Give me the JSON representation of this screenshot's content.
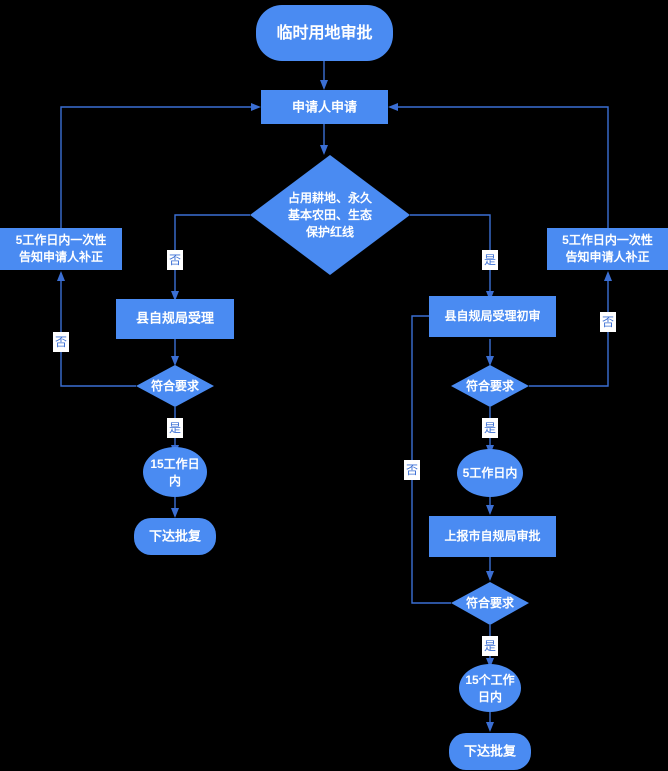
{
  "diagram": {
    "title": "临时用地审批",
    "background_color": "#000000",
    "node_fill": "#4a8bf2",
    "node_text_color": "#ffffff",
    "edge_color": "#3b6fd4",
    "edge_label_bg": "#ffffff"
  },
  "nodes": {
    "title": {
      "label": "临时用地审批",
      "shape": "rounded-rect"
    },
    "apply": {
      "label": "申请人申请",
      "shape": "rect"
    },
    "decision_main": {
      "line1": "占用耕地、永久",
      "line2": "基本农田、生态",
      "line3": "保护红线",
      "shape": "diamond"
    },
    "left_notify": {
      "line1": "5工作日内一次性",
      "line2": "告知申请人补正",
      "shape": "rect"
    },
    "right_notify": {
      "line1": "5工作日内一次性",
      "line2": "告知申请人补正",
      "shape": "rect"
    },
    "left_accept": {
      "label": "县自规局受理",
      "shape": "rect"
    },
    "left_check": {
      "label": "符合要求",
      "shape": "diamond"
    },
    "left_days": {
      "line1": "15工作日",
      "line2": "内",
      "shape": "ellipse"
    },
    "left_result": {
      "label": "下达批复",
      "shape": "rounded-rect"
    },
    "right_accept": {
      "label": "县自规局受理初审",
      "shape": "rect"
    },
    "right_check1": {
      "label": "符合要求",
      "shape": "diamond"
    },
    "right_days1": {
      "label": "5工作日内",
      "shape": "ellipse"
    },
    "right_report": {
      "label": "上报市自规局审批",
      "shape": "rect"
    },
    "right_check2": {
      "label": "符合要求",
      "shape": "diamond"
    },
    "right_days2": {
      "line1": "15个工作",
      "line2": "日内",
      "shape": "ellipse"
    },
    "right_result": {
      "label": "下达批复",
      "shape": "rounded-rect"
    }
  },
  "edge_labels": {
    "main_no": "否",
    "main_yes": "是",
    "left_check_no": "否",
    "left_check_yes": "是",
    "right_check1_no": "否",
    "right_check1_yes": "是",
    "right_check2_no": "否",
    "right_check2_yes": "是"
  }
}
